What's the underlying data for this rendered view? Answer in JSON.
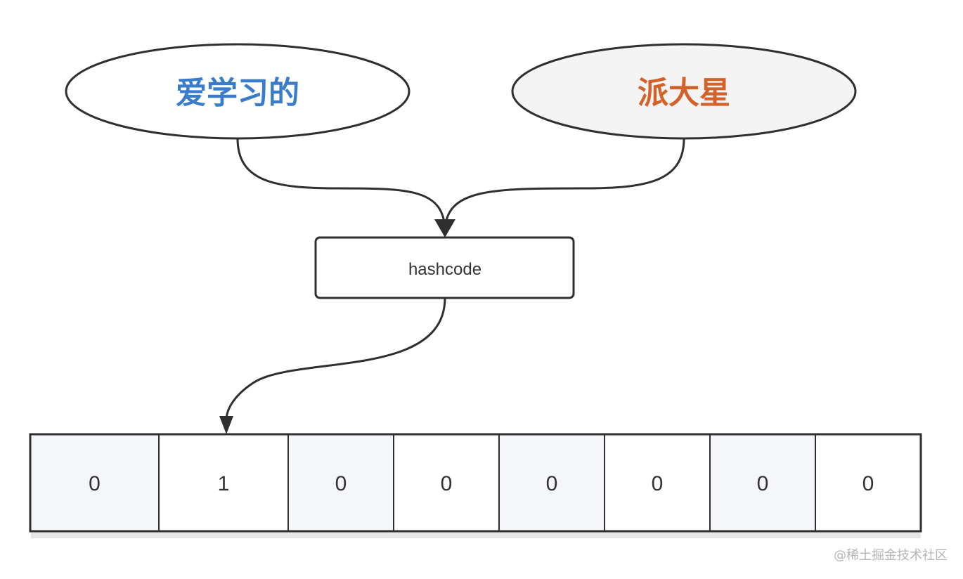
{
  "nodes": {
    "left": {
      "label": "爱学习的",
      "color": "#3a7ccc",
      "fill": "#ffffff"
    },
    "right": {
      "label": "派大星",
      "color": "#d2622a",
      "fill": "#f4f4f4"
    },
    "hash": {
      "label": "hashcode"
    }
  },
  "bits": {
    "values": [
      "0",
      "1",
      "0",
      "0",
      "0",
      "0",
      "0",
      "0"
    ],
    "shaded": [
      true,
      false,
      true,
      false,
      true,
      false,
      true,
      false
    ],
    "shade_color": "#f5f6fa",
    "pointed_index": 1
  },
  "colors": {
    "stroke": "#2f2f2f"
  },
  "watermark": "@稀土掘金技术社区"
}
